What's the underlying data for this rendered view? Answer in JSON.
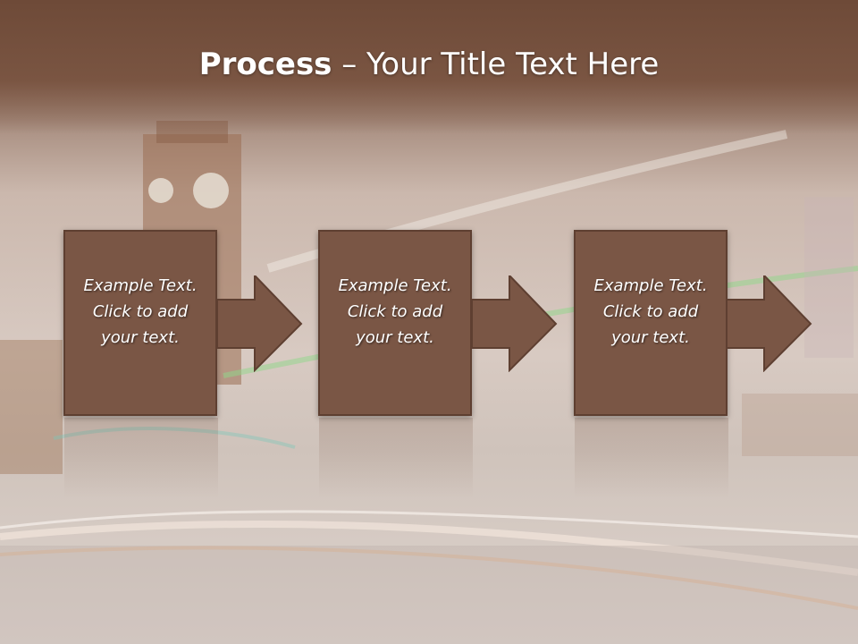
{
  "header": {
    "title_bold": "Process",
    "title_rest": " – Your Title Text Here"
  },
  "steps": [
    {
      "line1": "Example Text.",
      "line2": "Click  to add",
      "line3": "your text."
    },
    {
      "line1": "Example Text.",
      "line2": "Click  to add",
      "line3": "your text."
    },
    {
      "line1": "Example Text.",
      "line2": "Click  to add",
      "line3": "your text."
    }
  ],
  "colors": {
    "box_fill": "#7a5645",
    "box_border": "#5e3f31",
    "title_band": "#7a5542",
    "text": "#ffffff"
  }
}
